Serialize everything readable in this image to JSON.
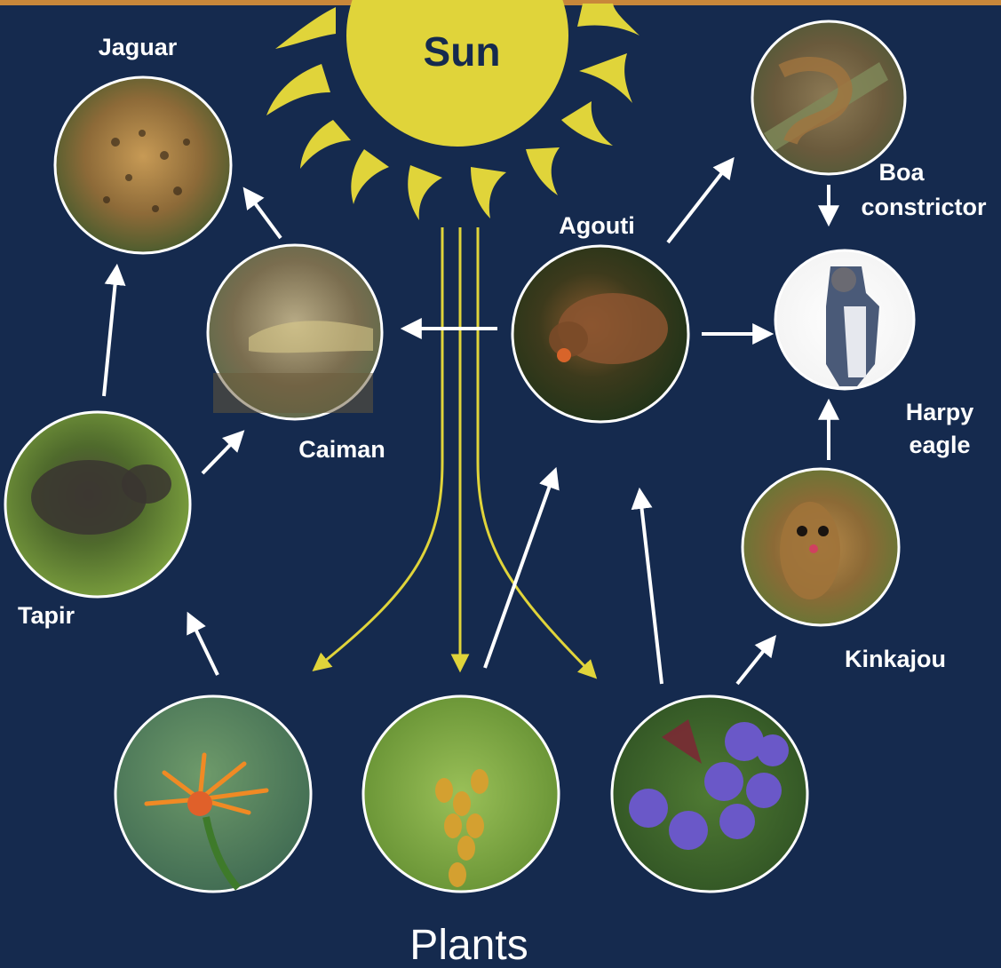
{
  "labels": {
    "sun": "Sun",
    "jaguar": "Jaguar",
    "caiman": "Caiman",
    "tapir": "Tapir",
    "agouti": "Agouti",
    "boa_line1": "Boa",
    "boa_line2": "constrictor",
    "harpy_line1": "Harpy",
    "harpy_line2": "eagle",
    "kinkajou": "Kinkajou",
    "plants": "Plants"
  },
  "colors": {
    "background": "#152a4e",
    "top_border": "#c8873a",
    "sun": "#e0d43a",
    "energy_arrows": "#e0d43a",
    "feeding_arrows": "#ffffff"
  }
}
